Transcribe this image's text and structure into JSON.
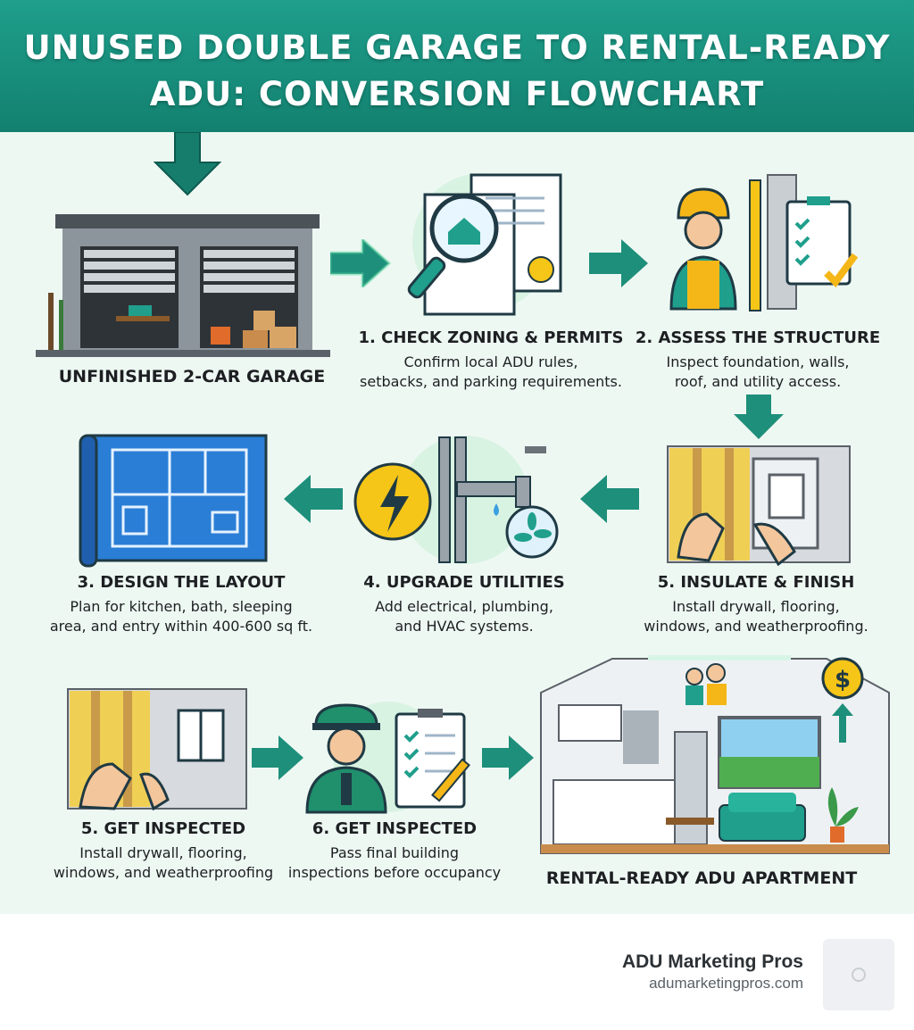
{
  "header": {
    "title_line1": "UNUSED DOUBLE GARAGE TO RENTAL-READY",
    "title_line2": "ADU: CONVERSION FLOWCHART"
  },
  "nodes": {
    "start": {
      "label": "UNFINISHED 2-CAR GARAGE",
      "icon": "garage-icon"
    },
    "step1": {
      "title": "1. CHECK ZONING & PERMITS",
      "desc1": "Confirm local ADU rules,",
      "desc2": "setbacks, and parking requirements.",
      "icon": "magnifier-document-icon"
    },
    "step2": {
      "title": "2. ASSESS THE STRUCTURE",
      "desc1": "Inspect foundation, walls,",
      "desc2": "roof, and utility access.",
      "icon": "worker-clipboard-icon"
    },
    "step3": {
      "title": "3. DESIGN THE LAYOUT",
      "desc1": "Plan for kitchen, bath, sleeping",
      "desc2": "area, and entry within 400-600 sq ft.",
      "icon": "blueprint-icon"
    },
    "step4": {
      "title": "4. UPGRADE UTILITIES",
      "desc1": "Add electrical, plumbing,",
      "desc2": "and HVAC systems.",
      "icon": "utilities-icon"
    },
    "step5a": {
      "title": "5. INSULATE & FINISH",
      "desc1": "Install drywall, flooring,",
      "desc2": "windows, and weatherproofing.",
      "icon": "insulation-icon"
    },
    "step5b": {
      "title": "5. GET INSPECTED",
      "desc1": "Install drywall, flooring,",
      "desc2": "windows, and weatherproofing",
      "icon": "insulation-icon"
    },
    "step6": {
      "title": "6. GET INSPECTED",
      "desc1": "Pass final building",
      "desc2": "inspections before occupancy",
      "icon": "inspector-icon"
    },
    "end": {
      "label": "RENTAL-READY ADU APARTMENT",
      "icon": "apartment-icon"
    }
  },
  "colors": {
    "accent": "#1a9a86",
    "arrow": "#1e8f7a",
    "highlight": "#f5c518"
  },
  "footer": {
    "brand": "ADU Marketing Pros",
    "url": "adumarketingpros.com"
  }
}
